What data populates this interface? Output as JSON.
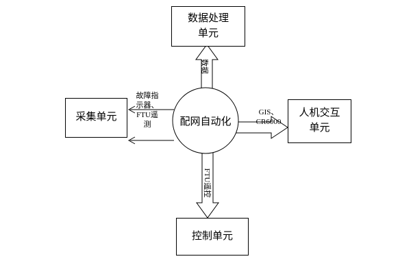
{
  "diagram": {
    "center_label": "配网自动化",
    "nodes": {
      "top": "数据处理单元",
      "left": "采集单元",
      "right": "人机交互单元",
      "bottom": "控制单元"
    },
    "edges": {
      "top_label": "数据",
      "left_label": "故障指示器、FTU遥测",
      "right_label": "GIS、CR6000",
      "bottom_label": "FTU遥控"
    }
  }
}
